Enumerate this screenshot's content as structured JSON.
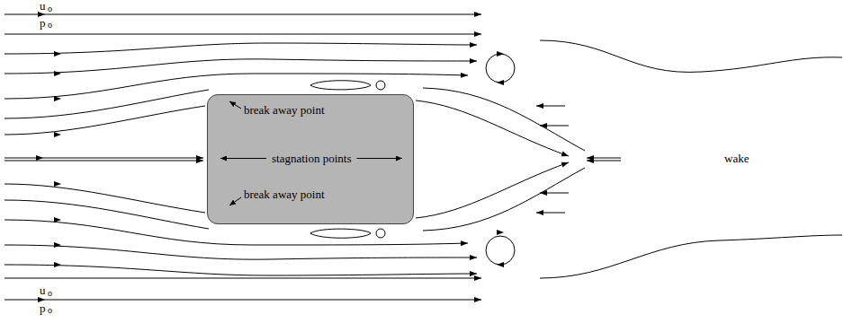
{
  "diagram": {
    "nodes": [
      {
        "text": [
          "break away point",
          "stagnation points",
          "break away point"
        ]
      }
    ],
    "labels": [
      "u",
      "o",
      "p",
      "o",
      "wake",
      "u",
      "o",
      "p",
      "o"
    ]
  }
}
